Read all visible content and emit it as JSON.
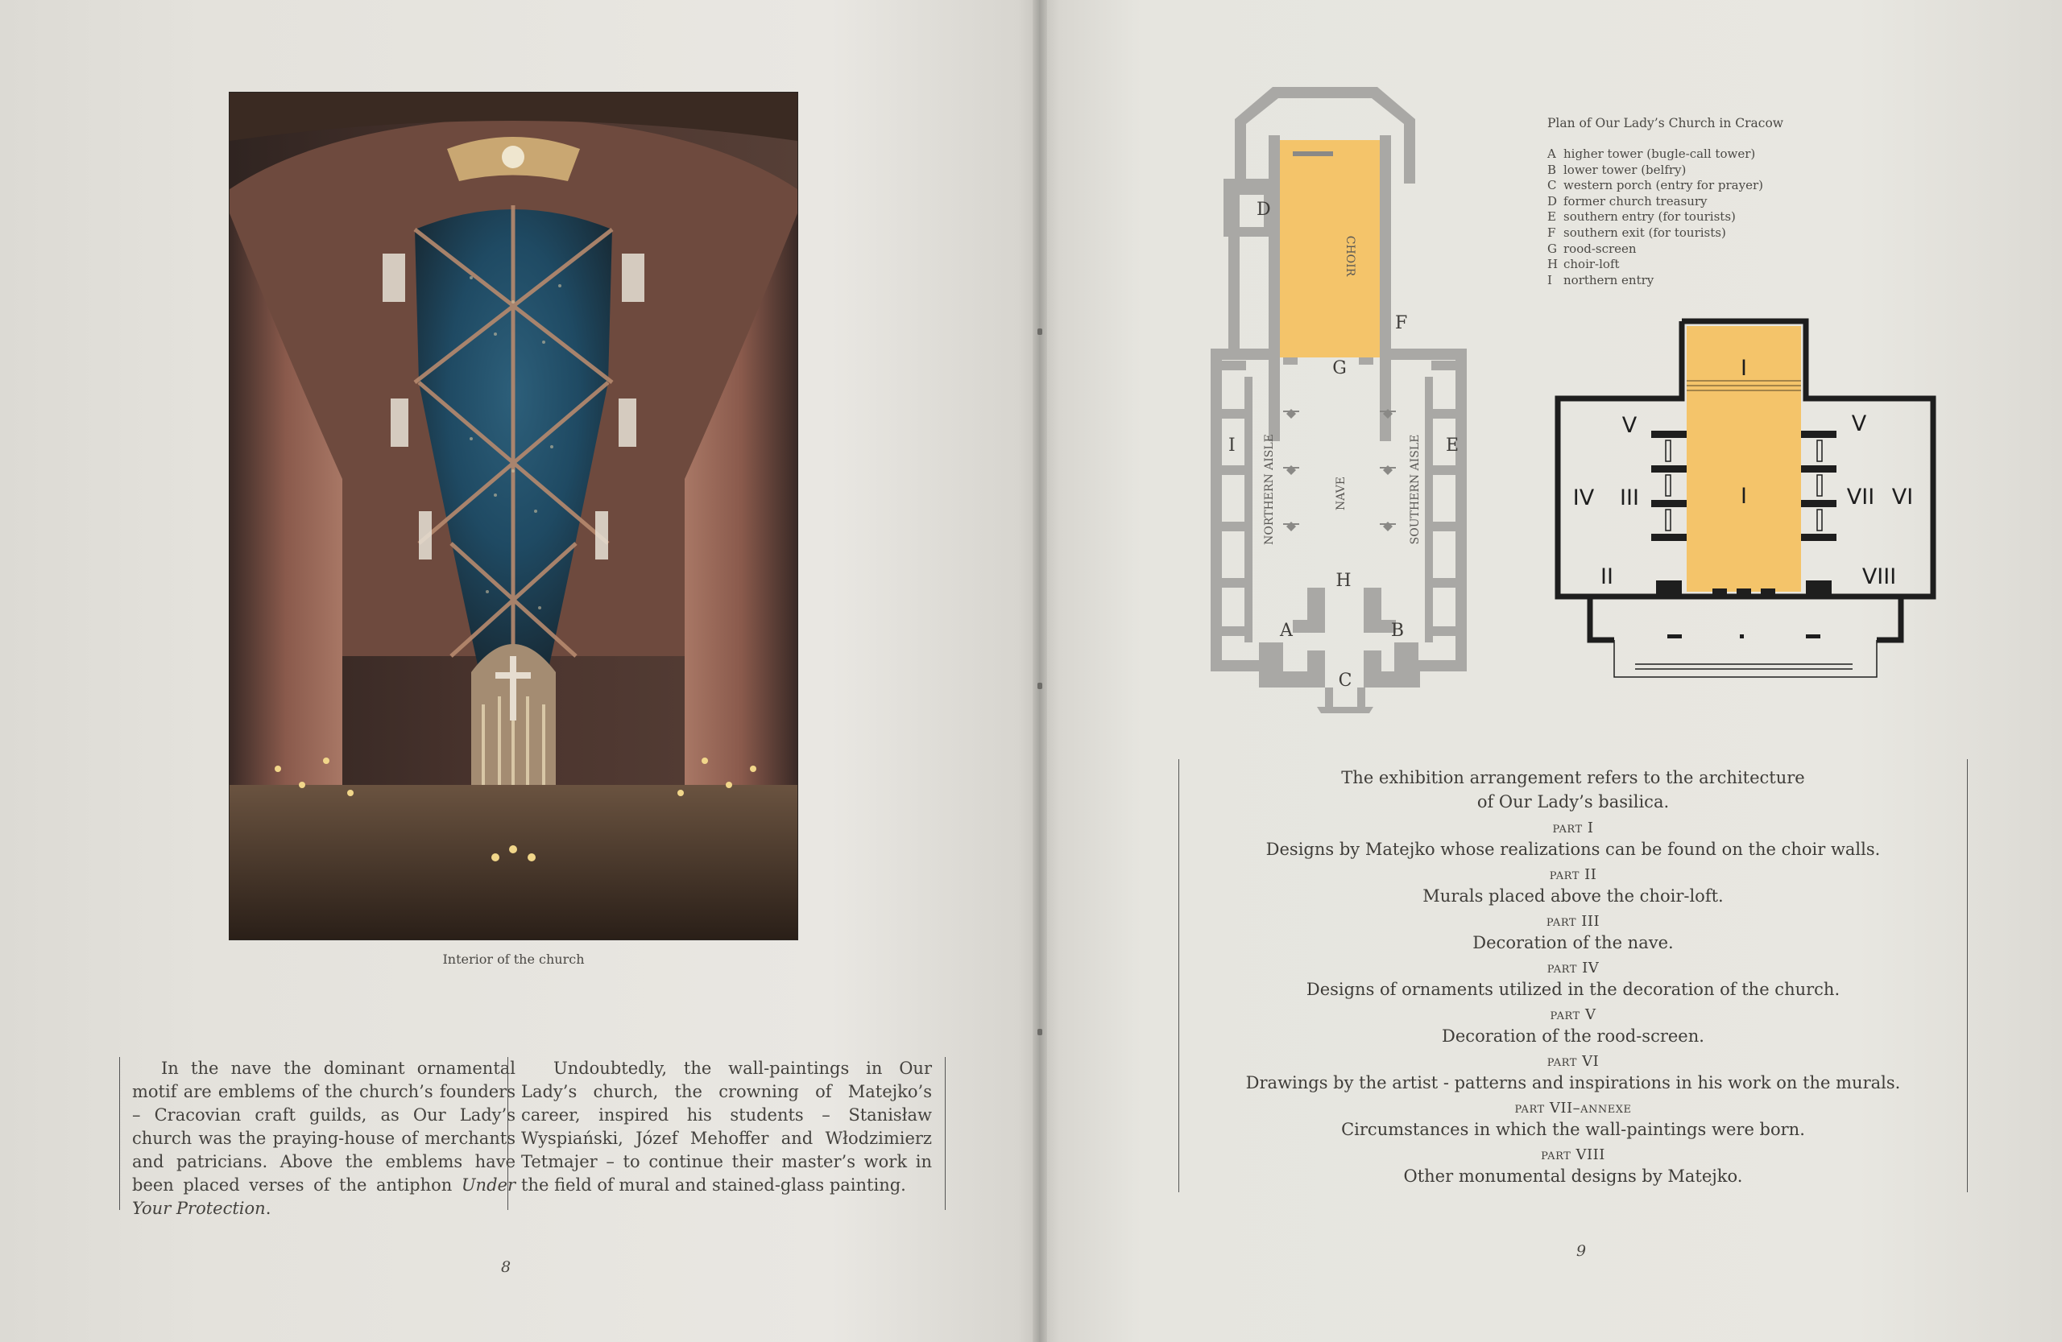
{
  "spread": {
    "left_page": {
      "photo_caption": "Interior of the church",
      "column_a": {
        "text_before_italic": "In the nave the dominant ornamental motif are emblems of the church’s founders – Cracovian craft guilds, as Our Lady’s church was the praying-house of merchants and patricians. Above the emblems have been placed verses of the antiphon ",
        "italic": "Under Your Protection",
        "text_after_italic": "."
      },
      "column_b": {
        "text": "Undoubtedly, the wall-paintings in Our Lady’s church, the crowning of Matejko’s career, inspired his students – Stanisław Wyspiański, Józef Mehoffer and Włodzimierz Tetmajer – to continue their master’s work in the field of mural and stained-glass painting."
      },
      "page_number": "8"
    },
    "right_page": {
      "plan_title": "Plan of Our Lady’s Church in Cracow",
      "legend": [
        {
          "letter": "A",
          "text": "higher tower (bugle-call tower)"
        },
        {
          "letter": "B",
          "text": "lower tower (belfry)"
        },
        {
          "letter": "C",
          "text": "western porch (entry for prayer)"
        },
        {
          "letter": "D",
          "text": "former church treasury"
        },
        {
          "letter": "E",
          "text": "southern entry (for tourists)"
        },
        {
          "letter": "F",
          "text": "southern exit (for tourists)"
        },
        {
          "letter": "G",
          "text": "rood-screen"
        },
        {
          "letter": "H",
          "text": "choir-loft"
        },
        {
          "letter": "I",
          "text": "northern entry"
        }
      ],
      "plan_labels": {
        "choir": "CHOIR",
        "nave": "NAVE",
        "northern_aisle": "NORTHERN AISLE",
        "southern_aisle": "SOUTHERN AISLE",
        "A": "A",
        "B": "B",
        "C": "C",
        "D": "D",
        "E": "E",
        "F": "F",
        "G": "G",
        "H": "H",
        "I": "I"
      },
      "schema_labels": {
        "top": "I",
        "center": "I",
        "v_left": "V",
        "v_right": "V",
        "iv": "IV",
        "iii": "III",
        "vii": "VII",
        "vi": "VI",
        "ii": "II",
        "viii": "VIII"
      },
      "exhibition": {
        "intro_line1": "The exhibition arrangement refers to the architecture",
        "intro_line2": "of Our Lady’s basilica.",
        "parts": [
          {
            "label": "part I",
            "desc": "Designs by Matejko whose realizations can be found on the choir walls."
          },
          {
            "label": "part II",
            "desc": "Murals placed above the choir-loft."
          },
          {
            "label": "part III",
            "desc": "Decoration of the nave."
          },
          {
            "label": "part IV",
            "desc": "Designs of ornaments utilized in the decoration of the church."
          },
          {
            "label": "part V",
            "desc": "Decoration of the rood-screen."
          },
          {
            "label": "part VI",
            "desc": "Drawings by the artist - patterns and inspirations in his work on the murals."
          },
          {
            "label": "part VII–annexe",
            "desc": "Circumstances in which the wall-paintings were born."
          },
          {
            "label": "part VIII",
            "desc": "Other monumental designs by Matejko."
          }
        ]
      },
      "page_number": "9"
    }
  },
  "colors": {
    "highlight": "#f4c46a",
    "plan_gray": "#a9a8a5",
    "ink": "#3a3835"
  }
}
